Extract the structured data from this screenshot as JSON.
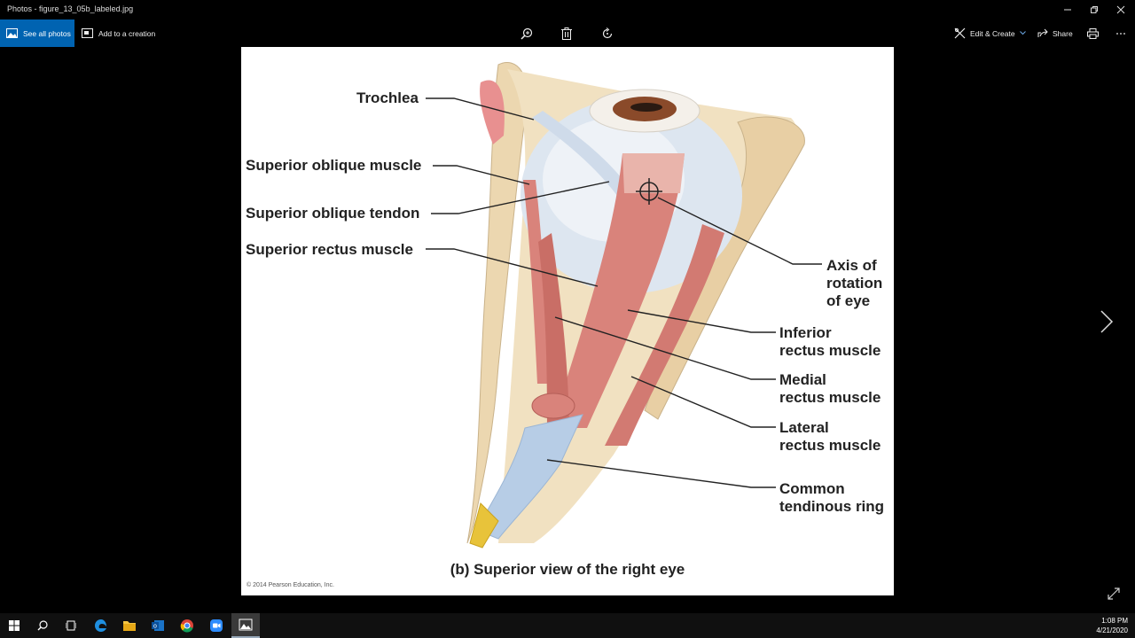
{
  "window": {
    "title": "Photos - figure_13_05b_labeled.jpg",
    "minimize_icon": "minimize-icon",
    "restore_icon": "restore-icon",
    "close_icon": "close-icon"
  },
  "toolbar": {
    "see_all_photos": "See all photos",
    "add_to_creation": "Add to a creation",
    "edit_create": "Edit & Create",
    "share": "Share",
    "icons": [
      "zoom-icon",
      "delete-icon",
      "rotate-icon",
      "print-icon",
      "more-icon"
    ]
  },
  "figure": {
    "labels": {
      "trochlea": "Trochlea",
      "superior_oblique_muscle": "Superior oblique muscle",
      "superior_oblique_tendon": "Superior oblique tendon",
      "superior_rectus_muscle": "Superior rectus muscle",
      "axis_of_rotation": "Axis of\nrotation\nof eye",
      "inferior_rectus": "Inferior\nrectus muscle",
      "medial_rectus": "Medial\nrectus muscle",
      "lateral_rectus": "Lateral\nrectus muscle",
      "common_tendinous_ring": "Common\ntendinous ring"
    },
    "caption": "(b) Superior view of the right eye",
    "copyright": "© 2014 Pearson Education, Inc."
  },
  "taskbar": {
    "apps": [
      "start-icon",
      "search-icon",
      "task-view-icon",
      "edge-icon",
      "file-explorer-icon",
      "outlook-icon",
      "chrome-icon",
      "zoom-app-icon",
      "photos-icon"
    ],
    "time": "1:08 PM",
    "date": "4/21/2020"
  },
  "colors": {
    "accent": "#0063b1",
    "muscle": "#d9837b",
    "bone": "#ecd7b0",
    "tendon": "#b7cde6"
  }
}
